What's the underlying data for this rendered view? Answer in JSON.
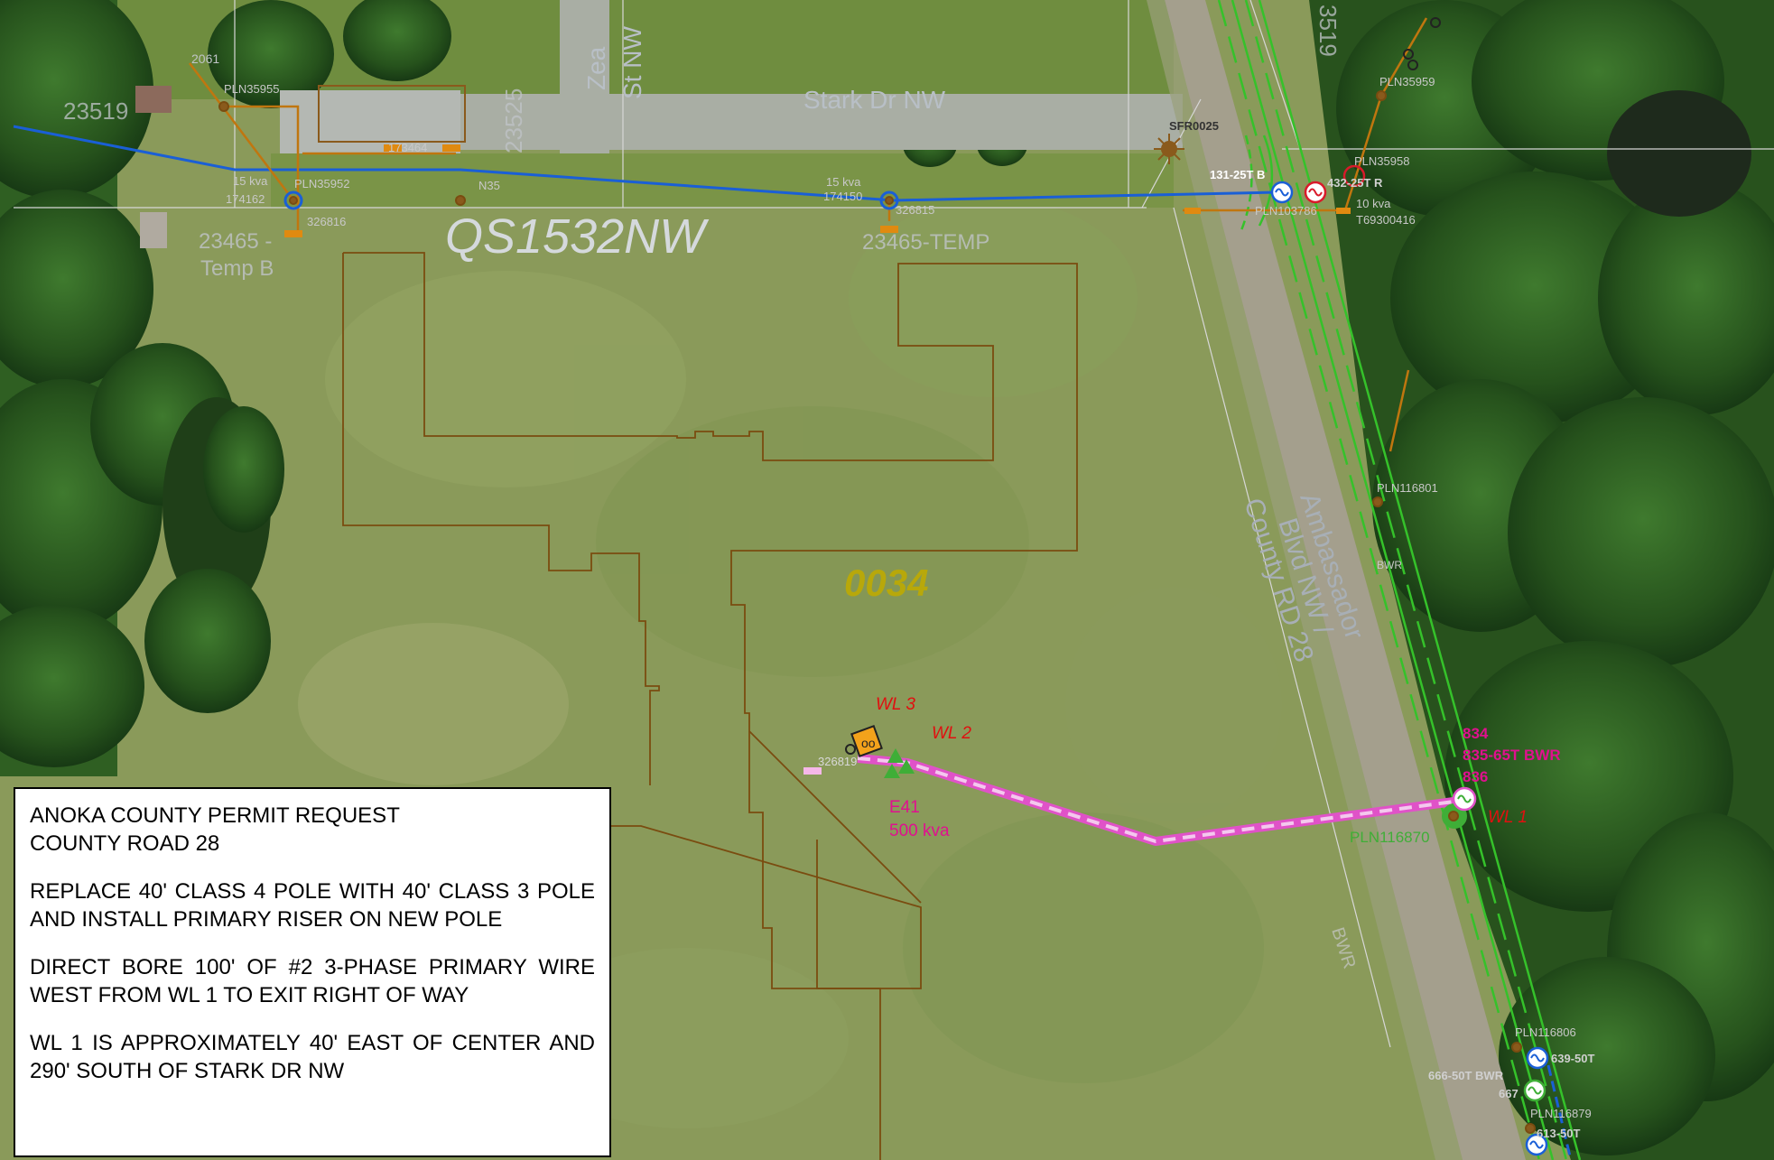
{
  "map": {
    "colors": {
      "primary_line": "#1a5fd6",
      "circuit_green": "#35c22a",
      "new_conduit": "#e052c8",
      "parcel_line": "#7a4c10",
      "service_line": "#c0760f",
      "water_label": "#e01010",
      "magenta_label": "#e0108f",
      "street_label": "#b8bfc6",
      "parcel_id": "#b8a80a"
    },
    "labels": {
      "street_stark": "Stark Dr NW",
      "street_zea_1": "Zea",
      "street_zea_2": "St NW",
      "street_ambassador_1": "Ambassador",
      "street_ambassador_2": "Blvd NW /",
      "street_ambassador_3": "County RD 28",
      "circuit": "QS1532NW",
      "parcel_id": "0034",
      "addr_23519": "23519",
      "addr_23525": "23525",
      "addr_3519": "3519",
      "addr_2061": "2061",
      "addr_23465_a": "23465 -",
      "addr_23465_b": "Temp B",
      "addr_23465_temp": "23465-TEMP",
      "pln35955": "PLN35955",
      "pln35952": "PLN35952",
      "pln35959": "PLN35959",
      "pln35958": "PLN35958",
      "pln116801": "PLN116801",
      "pln116870": "PLN116870",
      "pln116806": "PLN116806",
      "pln116879": "PLN116879",
      "pln103786": "PLN103786",
      "n35": "N35",
      "kva15_a": "15 kva",
      "kva15_b": "15 kva",
      "kva10": "10 kva",
      "t69": "T69300416",
      "t_left_a": "174162",
      "t_left_b": "174150",
      "m_173": "173464",
      "m_816": "326816",
      "m_815": "326815",
      "m_819": "326819",
      "sfr": "SFR0025",
      "t131": "131-25T B",
      "t432": "432-25T R",
      "bwr_mid": "BWR",
      "bwr_low": "BWR",
      "wl1": "WL 1",
      "wl2": "WL 2",
      "wl3": "WL 3",
      "e41": "E41",
      "kva500": "500 kva",
      "p834": "834",
      "p835": "835-65T BWR",
      "p836": "836",
      "t666": "666-50T BWR",
      "t639": "639-50T",
      "t613": "613-50T",
      "t667": "667"
    }
  },
  "notes": {
    "title_line1": "ANOKA COUNTY PERMIT REQUEST",
    "title_line2": "COUNTY ROAD 28",
    "para1": "REPLACE 40' CLASS 4 POLE WITH 40' CLASS 3 POLE AND INSTALL PRIMARY RISER ON NEW POLE",
    "para2": "DIRECT BORE 100' OF #2 3-PHASE PRIMARY WIRE WEST FROM WL 1 TO EXIT RIGHT OF WAY",
    "para3": "WL 1 IS APPROXIMATELY 40' EAST OF CENTER AND 290' SOUTH OF STARK DR NW"
  }
}
